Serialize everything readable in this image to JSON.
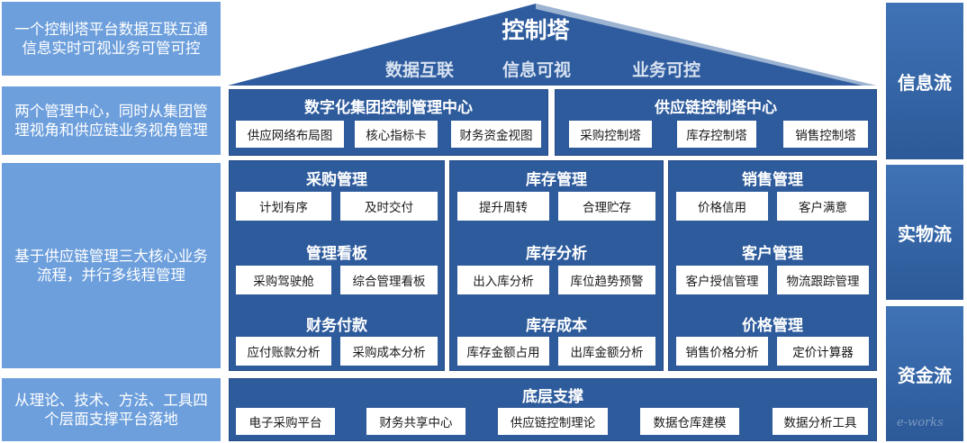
{
  "left_descriptions": [
    "一个控制塔平台数据互联互通信息实时可视业务可管可控",
    "两个管理中心，同时从集团管理视角和供应链业务视角管理",
    "基于供应链管理三大核心业务流程，并行多线程管理",
    "从理论、技术、方法、工具四个层面支撑平台落地"
  ],
  "roof": {
    "title": "控制塔",
    "subtitles": [
      "数据互联",
      "信息可视",
      "业务可控"
    ]
  },
  "centers": [
    {
      "title": "数字化集团控制管理中心",
      "items": [
        "供应网络布局图",
        "核心指标卡",
        "财务资金视图"
      ]
    },
    {
      "title": "供应链控制塔中心",
      "items": [
        "采购控制塔",
        "库存控制塔",
        "销售控制塔"
      ]
    }
  ],
  "columns": [
    {
      "sections": [
        {
          "title": "采购管理",
          "items": [
            "计划有序",
            "及时交付"
          ]
        },
        {
          "title": "管理看板",
          "items": [
            "采购驾驶舱",
            "综合管理看板"
          ]
        },
        {
          "title": "财务付款",
          "items": [
            "应付账款分析",
            "采购成本分析"
          ]
        }
      ]
    },
    {
      "sections": [
        {
          "title": "库存管理",
          "items": [
            "提升周转",
            "合理贮存"
          ]
        },
        {
          "title": "库存分析",
          "items": [
            "出入库分析",
            "库位趋势预警"
          ]
        },
        {
          "title": "库存成本",
          "items": [
            "库存金额占用",
            "出库金额分析"
          ]
        }
      ]
    },
    {
      "sections": [
        {
          "title": "销售管理",
          "items": [
            "价格信用",
            "客户满意"
          ]
        },
        {
          "title": "客户管理",
          "items": [
            "客户授信管理",
            "物流跟踪管理"
          ]
        },
        {
          "title": "价格管理",
          "items": [
            "销售价格分析",
            "定价计算器"
          ]
        }
      ]
    }
  ],
  "foundation": {
    "title": "底层支撑",
    "items": [
      "电子采购平台",
      "财务共享中心",
      "供应链控制理论",
      "数据仓库建模",
      "数据分析工具"
    ]
  },
  "flows": [
    "信息流",
    "实物流",
    "资金流"
  ],
  "watermark": "e-works",
  "colors": {
    "panel": "#2e5b9c",
    "left_box": "#6d9fdc",
    "roof": "#2f5c9e",
    "flow": "#3a6cae"
  }
}
